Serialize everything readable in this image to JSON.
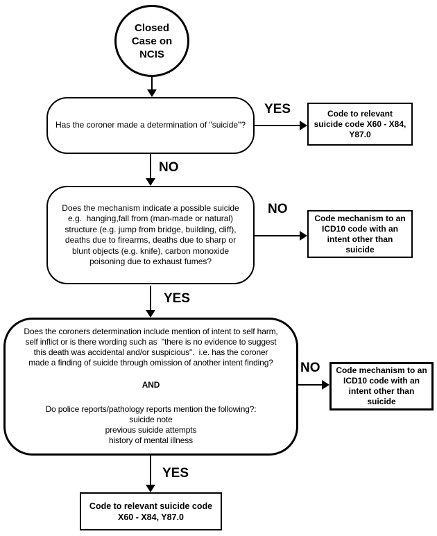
{
  "title": "Closed case NCIS suicide coding flowchart",
  "colors": {
    "ink": "#000000",
    "background": "#ffffff"
  },
  "nodes": {
    "start": {
      "label": "Closed\nCase on\nNCIS"
    },
    "q1": {
      "label": "Has the coroner made a determination of \"suicide\"?"
    },
    "outcome1": {
      "label": "Code to relevant\nsuicide code X60 - X84,\nY87.0"
    },
    "q2": {
      "label": "Does the mechanism indicate a possible suicide\ne.g.  hanging,fall from (man-made or natural)\nstructure (e.g. jump from bridge, building, cliff),\ndeaths due to firearms, deaths due to sharp or\nblunt objects (e.g. knife), carbon monoxide\npoisoning due to exhaust fumes?"
    },
    "outcome2": {
      "label": "Code mechanism to an\nICD10 code with an\nintent other than\nsuicide"
    },
    "q3": {
      "part1": "Does the coroners determination include mention of intent to self harm,\nself inflict or is there wording such as  \"there is no evidence to suggest\nthis death was accidental and/or suspicious\".  i.e. has the coroner\nmade a finding of suicide through omission of another intent finding?",
      "connector": "AND",
      "part2": "Do police reports/pathology reports mention the following?:\nsuicide note\nprevious suicide attempts\nhistory of mental illness"
    },
    "outcome3": {
      "label": "Code mechanism to an\nICD10 code with an\nintent other than\nsuicide"
    },
    "outcome4": {
      "label": "Code to relevant suicide code\nX60 - X84, Y87.0"
    }
  },
  "edges": {
    "q1_yes": "YES",
    "q1_no": "NO",
    "q2_no": "NO",
    "q2_yes": "YES",
    "q3_no": "NO",
    "q3_yes": "YES"
  }
}
